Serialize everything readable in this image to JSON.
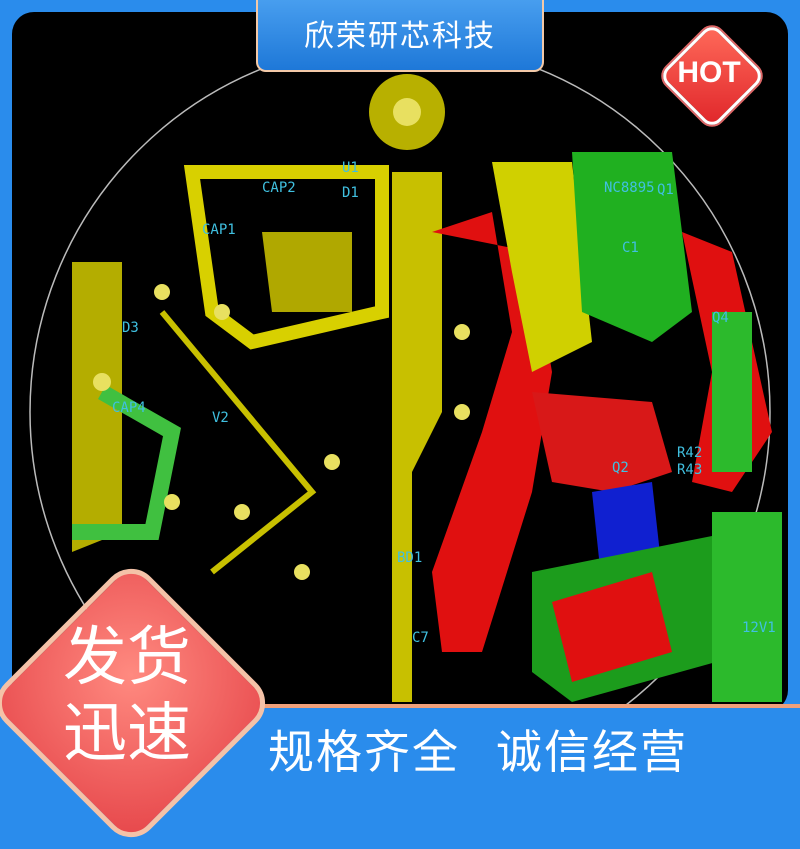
{
  "header": {
    "title": "欣荣研芯科技"
  },
  "hot_badge": {
    "label": "HOT",
    "color": "#e0262a"
  },
  "promo_badge": {
    "line1": "发货",
    "line2": "迅速",
    "color": "#e6464a"
  },
  "slogan": {
    "left": "规格齐全",
    "right": "诚信经营"
  },
  "pcb_labels": [
    "CAP2",
    "U1",
    "D1",
    "CAP1",
    "D3",
    "CAP4",
    "V2",
    "BD1",
    "C7",
    "NC8895",
    "Q1",
    "Q4",
    "C1",
    "Q2",
    "R42",
    "R43",
    "12V1"
  ],
  "colors": {
    "frame": "#2a8cec",
    "accent_border": "#f0a07a"
  }
}
